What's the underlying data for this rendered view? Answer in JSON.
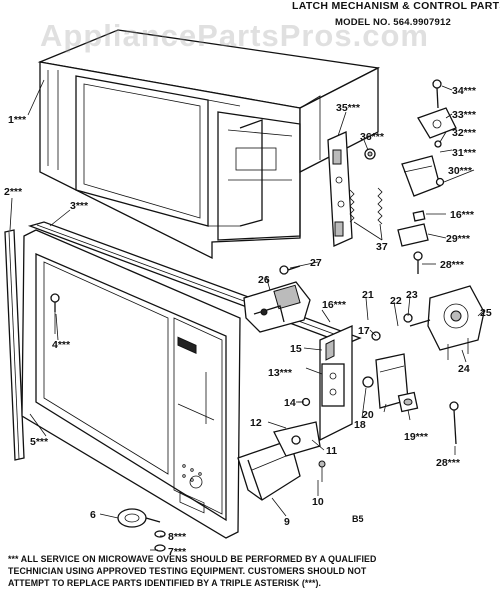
{
  "header": {
    "title": "LATCH MECHANISM & CONTROL PARTS",
    "model": "MODEL NO. 564.9907912"
  },
  "watermark": "AppliancePartsPros.com",
  "ref_code": "B5",
  "parts": {
    "p1": "1***",
    "p2": "2***",
    "p3": "3***",
    "p4": "4***",
    "p5": "5***",
    "p6": "6",
    "p7": "7***",
    "p8": "8***",
    "p9": "9",
    "p10": "10",
    "p11": "11",
    "p12": "12",
    "p13": "13***",
    "p14": "14",
    "p15": "15",
    "p16a": "16***",
    "p16b": "16***",
    "p17": "17",
    "p18": "18",
    "p19": "19***",
    "p20": "20",
    "p21": "21",
    "p22": "22",
    "p23": "23",
    "p24": "24",
    "p25": "25",
    "p26": "26",
    "p27": "27",
    "p28a": "28***",
    "p28b": "28***",
    "p29": "29***",
    "p30": "30***",
    "p31": "31***",
    "p32": "32***",
    "p33": "33***",
    "p34": "34***",
    "p35": "35***",
    "p36": "36***",
    "p37": "37"
  },
  "footnote": [
    "*** ALL SERVICE ON MICROWAVE OVENS SHOULD BE PERFORMED BY A QUALIFIED",
    "TECHNICIAN USING APPROVED TESTING EQUIPMENT. CUSTOMERS SHOULD NOT",
    "ATTEMPT TO REPLACE PARTS IDENTIFIED BY A TRIPLE ASTERISK (***)."
  ]
}
